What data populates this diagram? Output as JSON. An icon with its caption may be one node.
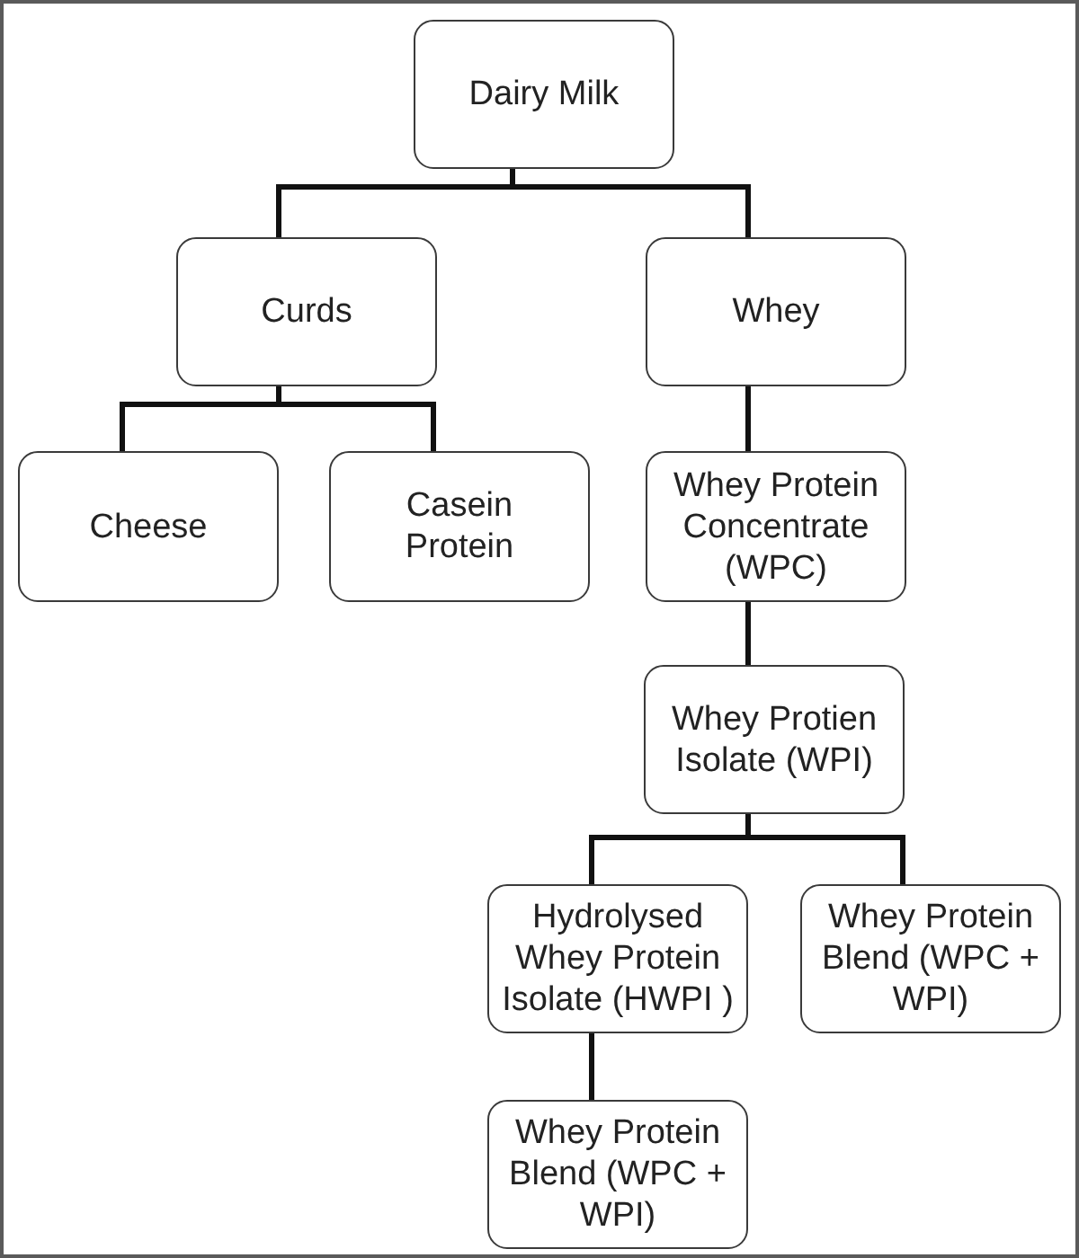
{
  "diagram": {
    "nodes": [
      {
        "text": [
          "Dairy Milk"
        ]
      },
      {
        "text": [
          "Curds"
        ]
      },
      {
        "text": [
          "Whey"
        ]
      },
      {
        "text": [
          "Cheese"
        ]
      },
      {
        "text": [
          "Casein Protein"
        ]
      },
      {
        "text": [
          "Whey Protein Concentrate (WPC)"
        ]
      },
      {
        "text": [
          "Whey Protien Isolate (WPI)"
        ]
      },
      {
        "text": [
          "Hydrolysed Whey Protein Isolate (HWPI )"
        ]
      },
      {
        "text": [
          "Whey Protein Blend (WPC + WPI)"
        ]
      },
      {
        "text": [
          "Whey Protein Blend (WPC + WPI)"
        ]
      }
    ],
    "edges": [
      {
        "from": 0,
        "to": 1,
        "arrow": "none"
      },
      {
        "from": 0,
        "to": 2,
        "arrow": "none"
      },
      {
        "from": 1,
        "to": 3,
        "arrow": "none"
      },
      {
        "from": 1,
        "to": 4,
        "arrow": "none"
      },
      {
        "from": 2,
        "to": 5,
        "arrow": "none"
      },
      {
        "from": 5,
        "to": 6,
        "arrow": "none"
      },
      {
        "from": 6,
        "to": 7,
        "arrow": "none"
      },
      {
        "from": 6,
        "to": 8,
        "arrow": "none"
      },
      {
        "from": 7,
        "to": 9,
        "arrow": "none"
      }
    ]
  }
}
